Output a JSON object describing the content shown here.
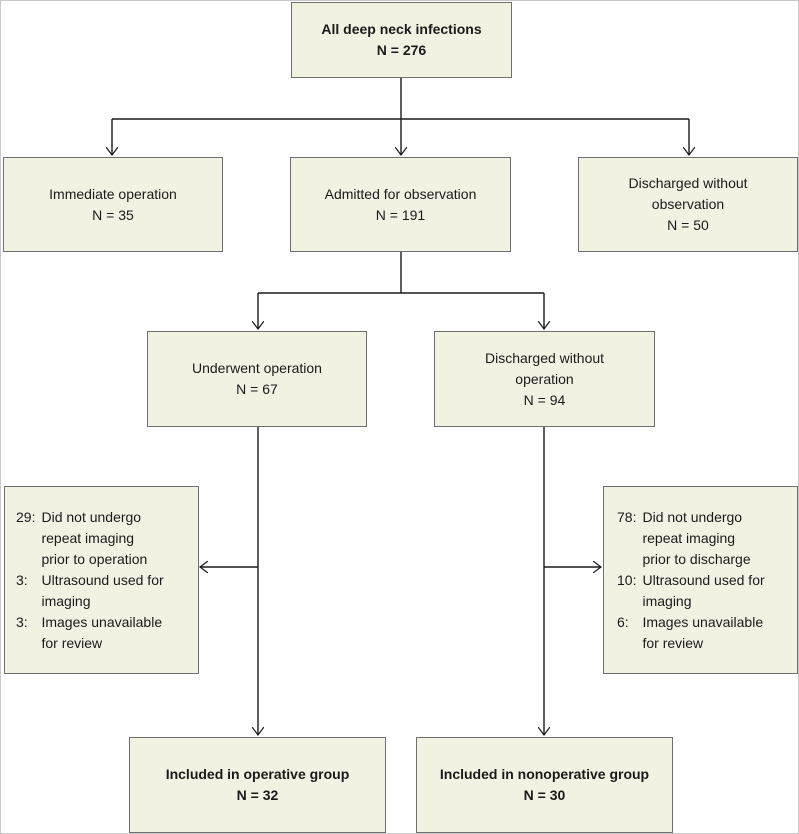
{
  "nodes": {
    "all": {
      "title": "All deep neck infections",
      "n": "N = 276"
    },
    "immediate": {
      "title": "Immediate operation",
      "n": "N = 35"
    },
    "admitted": {
      "title": "Admitted for observation",
      "n": "N = 191"
    },
    "discharged_no_obs": {
      "title1": "Discharged without",
      "title2": "observation",
      "n": "N = 50"
    },
    "underwent": {
      "title": "Underwent operation",
      "n": "N = 67"
    },
    "discharged_no_op": {
      "title1": "Discharged without",
      "title2": "operation",
      "n": "N = 94"
    },
    "included_op": {
      "title": "Included in operative group",
      "n": "N = 32"
    },
    "included_nonop": {
      "title": "Included in nonoperative group",
      "n": "N = 30"
    }
  },
  "exclusions_left": [
    {
      "num": "29:",
      "lines": [
        "Did not undergo",
        "repeat imaging",
        "prior to operation"
      ]
    },
    {
      "num": "3:",
      "lines": [
        "Ultrasound used for",
        "imaging"
      ]
    },
    {
      "num": "3:",
      "lines": [
        "Images unavailable",
        "for review"
      ]
    }
  ],
  "exclusions_right": [
    {
      "num": "78:",
      "lines": [
        "Did not undergo",
        "repeat imaging",
        "prior to discharge"
      ]
    },
    {
      "num": "10:",
      "lines": [
        "Ultrasound used for",
        "imaging"
      ]
    },
    {
      "num": "6:",
      "lines": [
        "Images unavailable",
        "for review"
      ]
    }
  ],
  "colors": {
    "box_fill": "#f2f2e3",
    "box_border": "#6f6f6f",
    "line": "#1a1a1a",
    "frame": "#c8c8c8"
  }
}
